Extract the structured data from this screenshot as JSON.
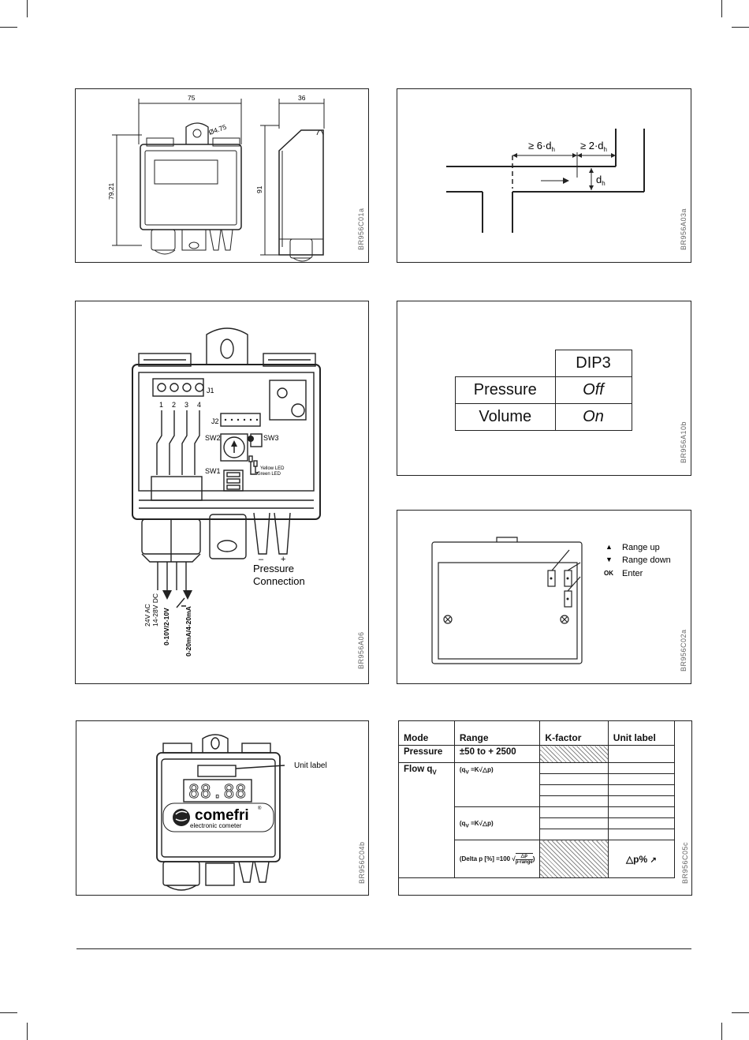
{
  "panel1": {
    "dim_width": "75",
    "dim_depth": "36",
    "dim_height_front": "79.21",
    "dim_height_side": "91",
    "dim_hole": "Ø4.75",
    "code": "BR956C01a"
  },
  "panel2": {
    "label_6dh_prefix": "≥ 6·d",
    "label_2dh_prefix": "≥ 2·d",
    "label_dh": "d",
    "subscript": "h",
    "code": "BR956A03a"
  },
  "panel3": {
    "terminal_label": "J1",
    "pins": [
      "1",
      "2",
      "3",
      "4"
    ],
    "j2": "J2",
    "sw2": "SW2",
    "sw3": "SW3",
    "sw1": "SW1",
    "yellow_led": "Yellow LED",
    "green_led": "Green LED",
    "minus": "–",
    "plus": "+",
    "pressure_connection_1": "Pressure",
    "pressure_connection_2": "Connection",
    "wire1a": "24V AC",
    "wire1b": "14-28V DC",
    "wire2": "0-10V/2-10V",
    "wire3": "0-20mA/4-20mA",
    "code": "BR956A06"
  },
  "panel4": {
    "header": "DIP3",
    "rows": [
      {
        "label": "Pressure",
        "value": "Off"
      },
      {
        "label": "Volume",
        "value": "On"
      }
    ],
    "code": "BR956A10b"
  },
  "panel5": {
    "up_symbol": "▲",
    "up_label": "Range up",
    "down_symbol": "▼",
    "down_label": "Range down",
    "ok_symbol": "OK",
    "ok_label": "Enter",
    "code": "BR956C02a"
  },
  "panel6": {
    "unit_label": "Unit label",
    "display": "88.88",
    "brand": "comefri",
    "brand_mark": "®",
    "tagline": "electronic cometer",
    "code": "BR956C04b"
  },
  "panel7": {
    "headers": [
      "Mode",
      "Range",
      "K-factor",
      "Unit label"
    ],
    "row_pressure_mode": "Pressure",
    "row_pressure_range": "±50 to + 2500",
    "row_flow_mode": "Flow q",
    "row_flow_mode_sub": "V",
    "formula1": "(q",
    "formula1_sub": "V",
    "formula1_rest": " =K√△p)",
    "formula2": "(q",
    "formula2_sub": "V",
    "formula2_rest": " =K√△p)",
    "formula3": "(Delta p [%] =100 √",
    "formula3_num": "△p",
    "formula3_den": "p-range",
    "unit_symbol": "△p%",
    "code": "BR956C05c"
  }
}
